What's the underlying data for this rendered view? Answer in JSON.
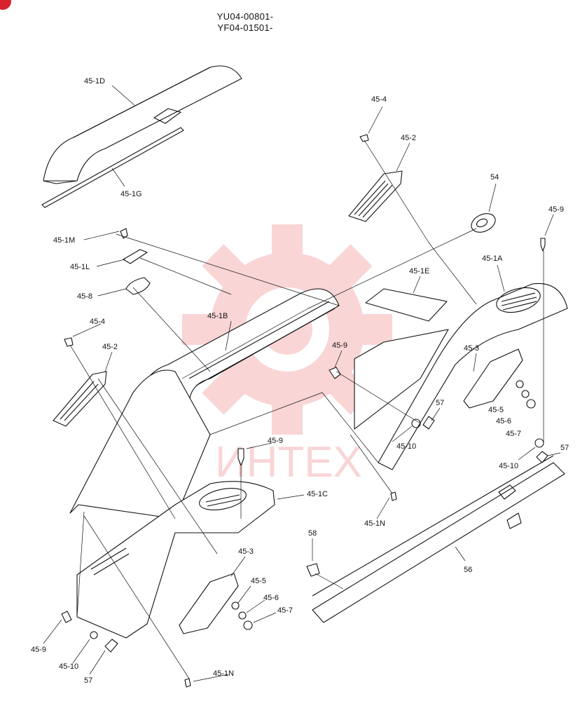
{
  "header": {
    "model_line_1": "YU04-00801-",
    "model_line_2": "YF04-01501-"
  },
  "watermark": {
    "text": "ИНТЕХ",
    "color": "#e8464a"
  },
  "brand_mark_color": "#d8232f",
  "callouts": [
    {
      "id": "c-45-1D",
      "text": "45-1D"
    },
    {
      "id": "c-45-1G",
      "text": "45-1G"
    },
    {
      "id": "c-45-4-top",
      "text": "45-4"
    },
    {
      "id": "c-45-2-top",
      "text": "45-2"
    },
    {
      "id": "c-54",
      "text": "54"
    },
    {
      "id": "c-45-9-right",
      "text": "45-9"
    },
    {
      "id": "c-45-1M",
      "text": "45-1M"
    },
    {
      "id": "c-45-1L",
      "text": "45-1L"
    },
    {
      "id": "c-45-1A",
      "text": "45-1A"
    },
    {
      "id": "c-45-1E",
      "text": "45-1E"
    },
    {
      "id": "c-45-8",
      "text": "45-8"
    },
    {
      "id": "c-45-4-left",
      "text": "45-4"
    },
    {
      "id": "c-45-1B",
      "text": "45-1B"
    },
    {
      "id": "c-45-9-mid",
      "text": "45-9"
    },
    {
      "id": "c-45-2-left",
      "text": "45-2"
    },
    {
      "id": "c-45-3-right",
      "text": "45-3"
    },
    {
      "id": "c-57-mid",
      "text": "57"
    },
    {
      "id": "c-45-5-right",
      "text": "45-5"
    },
    {
      "id": "c-45-6-right",
      "text": "45-6"
    },
    {
      "id": "c-45-7-right",
      "text": "45-7"
    },
    {
      "id": "c-45-10-mid",
      "text": "45-10"
    },
    {
      "id": "c-45-9-center",
      "text": "45-9"
    },
    {
      "id": "c-57-right",
      "text": "57"
    },
    {
      "id": "c-45-10-right",
      "text": "45-10"
    },
    {
      "id": "c-45-1C",
      "text": "45-1C"
    },
    {
      "id": "c-45-1N-mid",
      "text": "45-1N"
    },
    {
      "id": "c-58",
      "text": "58"
    },
    {
      "id": "c-45-3-bottom",
      "text": "45-3"
    },
    {
      "id": "c-56",
      "text": "56"
    },
    {
      "id": "c-45-5-bottom",
      "text": "45-5"
    },
    {
      "id": "c-45-6-bottom",
      "text": "45-6"
    },
    {
      "id": "c-45-7-bottom",
      "text": "45-7"
    },
    {
      "id": "c-45-9-bottom",
      "text": "45-9"
    },
    {
      "id": "c-45-10-bottom",
      "text": "45-10"
    },
    {
      "id": "c-57-bottom",
      "text": "57"
    },
    {
      "id": "c-45-1N-bottom",
      "text": "45-1N"
    }
  ]
}
